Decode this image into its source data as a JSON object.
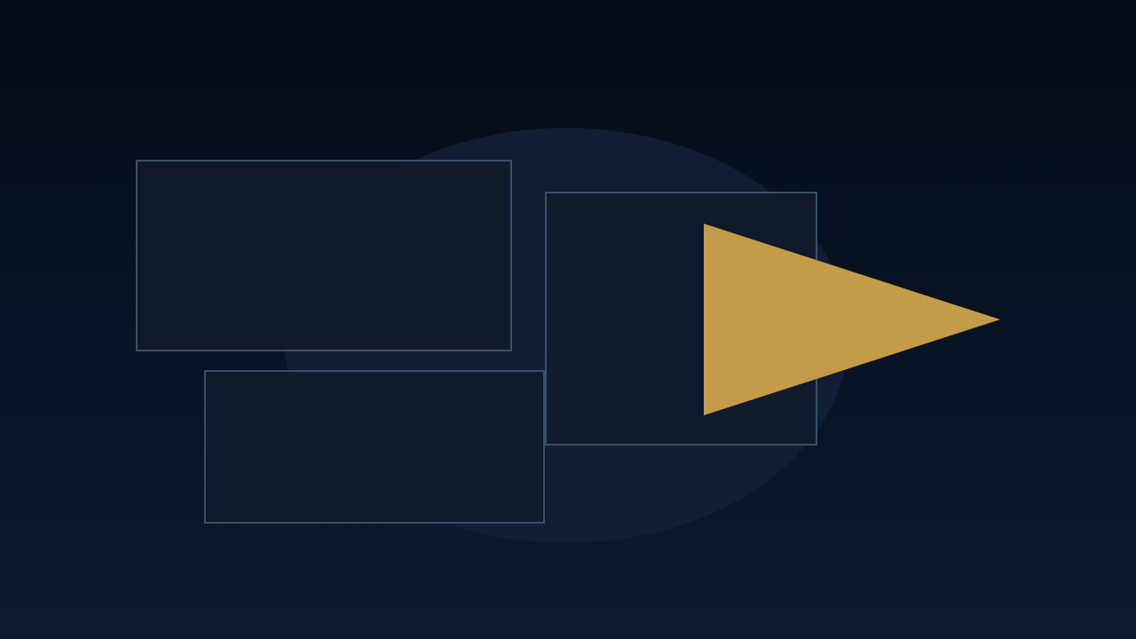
{
  "colors": {
    "background_top": "#050b17",
    "background_bottom": "#0b1a30",
    "glow": "#132038",
    "panel_fill": "#111b2b",
    "panel_border": "#3a5068",
    "panel_shadow": "#0a1220",
    "accent": "#c49b48"
  },
  "shapes": {
    "panels": [
      {
        "name": "panel-top-left"
      },
      {
        "name": "panel-bottom-left"
      },
      {
        "name": "panel-right"
      }
    ],
    "pointer": {
      "name": "play-triangle-icon",
      "direction": "right"
    }
  }
}
